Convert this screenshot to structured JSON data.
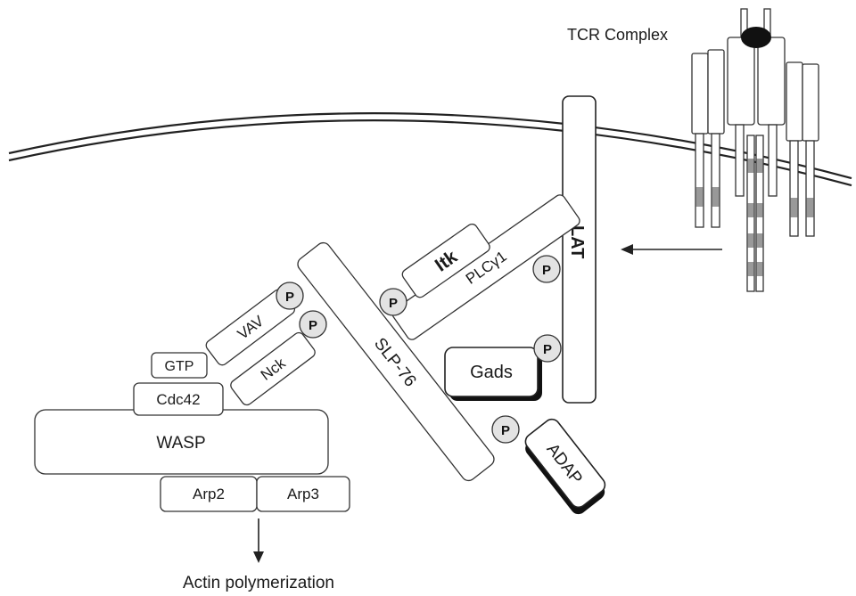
{
  "labels": {
    "tcr_complex": "TCR Complex",
    "lat": "LAT",
    "itk": "Itk",
    "plcg1": "PLCγ1",
    "gads": "Gads",
    "slp76": "SLP-76",
    "adap": "ADAP",
    "vav": "VAV",
    "nck": "Nck",
    "gtp": "GTP",
    "cdc42": "Cdc42",
    "wasp": "WASP",
    "arp2": "Arp2",
    "arp3": "Arp3",
    "actin": "Actin polymerization",
    "phospho": "P"
  },
  "colors": {
    "stroke": "#333333",
    "phospho_fill": "#e3e3e3",
    "itam_gray": "#999999"
  }
}
